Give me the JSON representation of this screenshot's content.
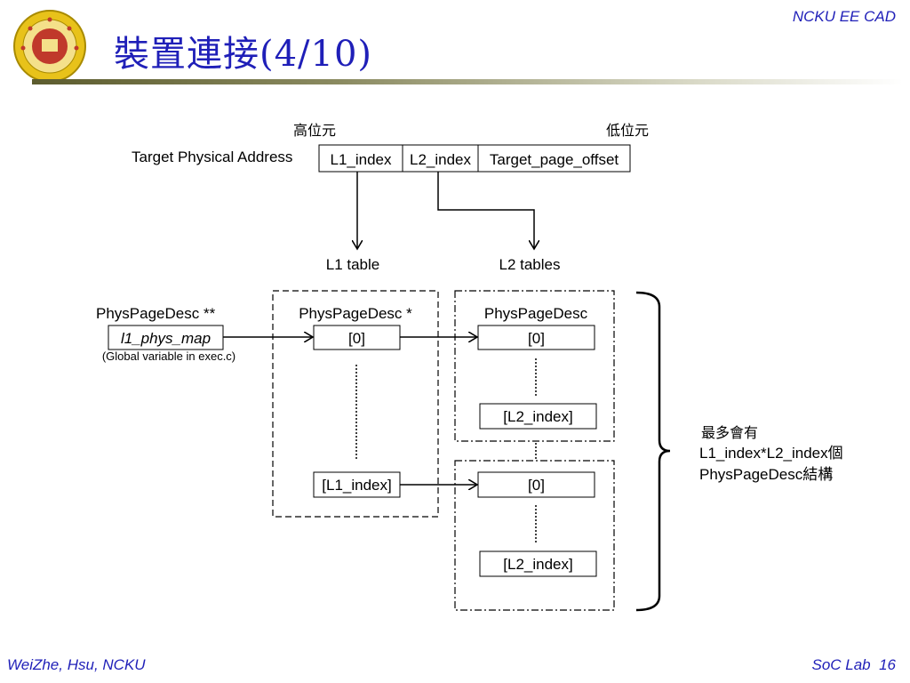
{
  "header": {
    "title": "裝置連接(4/10)",
    "right_label": "NCKU EE CAD",
    "accent_color": "#1f1fb8"
  },
  "footer": {
    "left": "WeiZhe, Hsu, NCKU",
    "right": "SoC Lab  16"
  },
  "logo": {
    "icon": "university-seal-icon"
  },
  "diagram": {
    "high_bits_label": "高位元",
    "low_bits_label": "低位元",
    "address_label": "Target Physical Address",
    "address_fields": [
      "L1_index",
      "L2_index",
      "Target_page_offset"
    ],
    "l1_table_label": "L1 table",
    "l2_tables_label": "L2 tables",
    "var_type_label": "PhysPageDesc **",
    "var_name": "l1_phys_map",
    "var_note": "(Global variable in exec.c)",
    "l1_type_label": "PhysPageDesc *",
    "l1_first": "[0]",
    "l1_last": "[L1_index]",
    "l2_type_label": "PhysPageDesc",
    "l2_first_a": "[0]",
    "l2_last_a": "[L2_index]",
    "l2_first_b": "[0]",
    "l2_last_b": "[L2_index]",
    "summary_line1": "最多會有",
    "summary_line2": "L1_index*L2_index個",
    "summary_line3": "PhysPageDesc結構"
  }
}
